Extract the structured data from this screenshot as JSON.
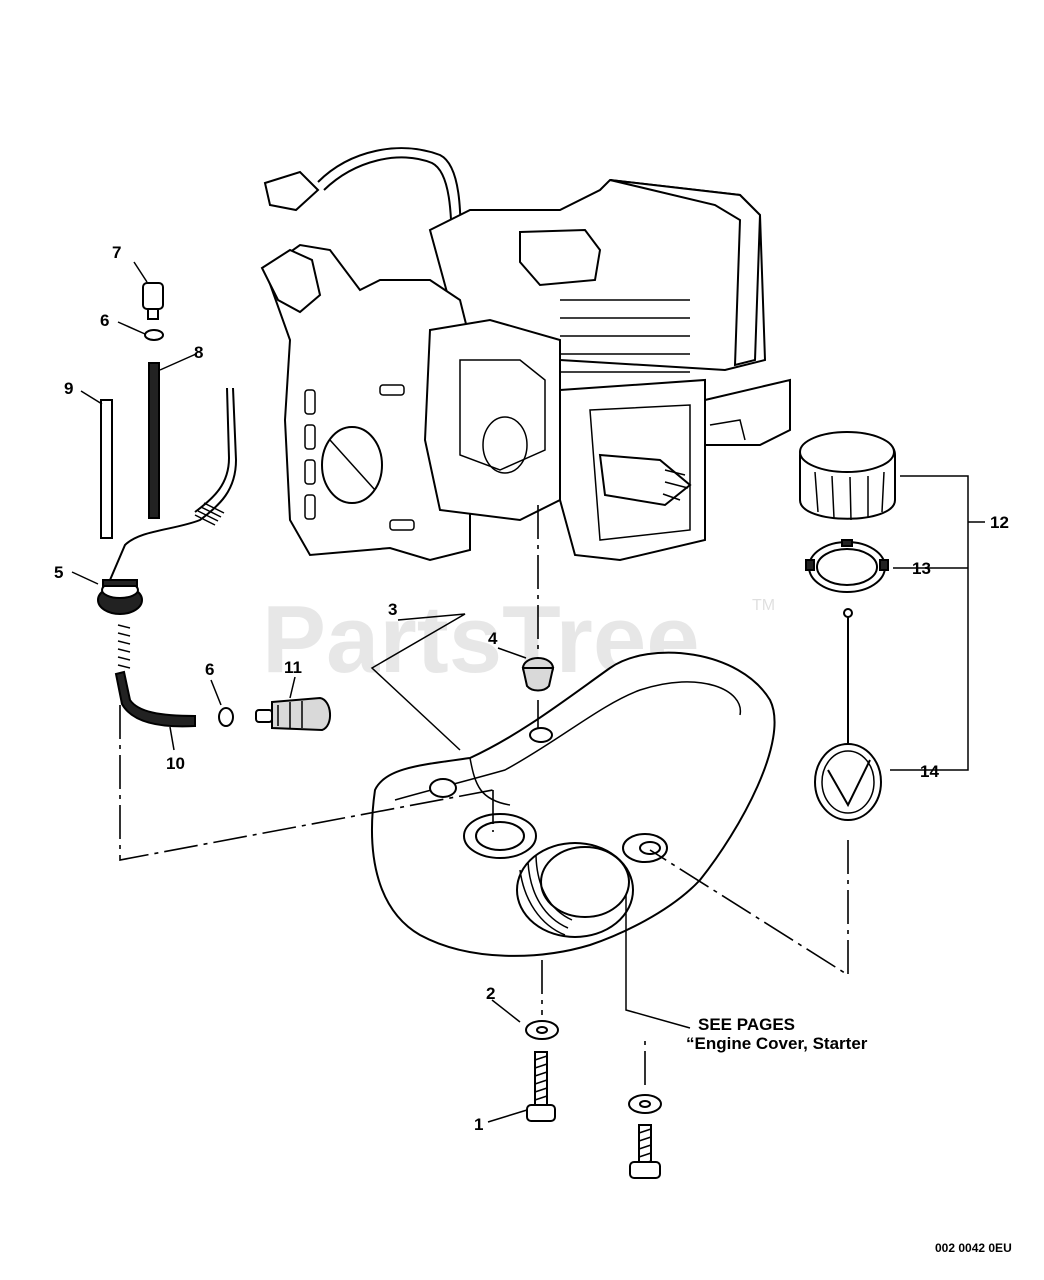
{
  "watermark": {
    "text": "PartsTree",
    "trademark": "TM"
  },
  "callouts": {
    "c1": "1",
    "c2": "2",
    "c3": "3",
    "c4": "4",
    "c5": "5",
    "c6a": "6",
    "c6b": "6",
    "c7": "7",
    "c8": "8",
    "c9": "9",
    "c10": "10",
    "c11": "11",
    "c12": "12",
    "c13": "13",
    "c14": "14"
  },
  "note": {
    "line1": "SEE PAGES",
    "line2": "“Engine Cover, Starter"
  },
  "diagram_code": "002 0042 0EU"
}
